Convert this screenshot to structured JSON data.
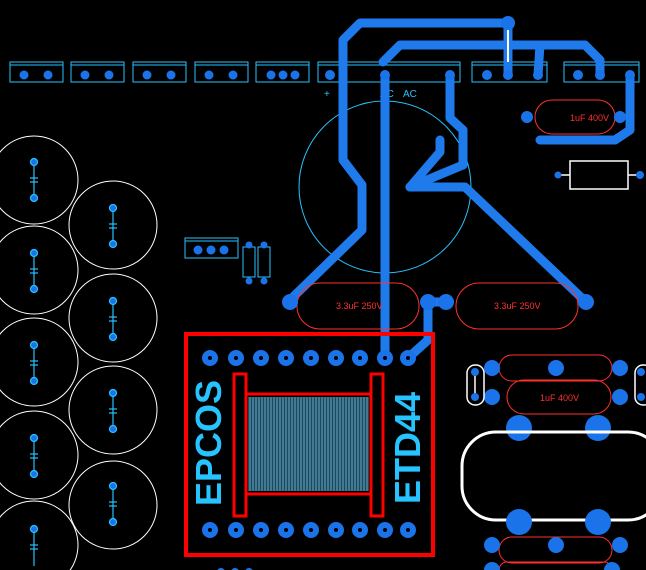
{
  "board": {
    "background": "#000000",
    "colors": {
      "copper": "#1a73e8",
      "copper_trace": "#1f7aec",
      "silkscreen": "#27c3ff",
      "white_outline": "#ffffff",
      "value_text": "#ff3030",
      "transformer_outline": "#ff0000",
      "winding": "#6fa8c8"
    }
  },
  "transformer": {
    "brand": "EPCOS",
    "core": "ETD44"
  },
  "bridge_rectifier": {
    "plus": "+",
    "ac1": "AC",
    "ac2": "AC",
    "minus": "−"
  },
  "capacitors": {
    "c_top_right": "1uF 400V",
    "c_mid_left": "3.3uF 250V",
    "c_mid_right": "3.3uF 250V",
    "c_lower_right": "1uF 400V"
  }
}
